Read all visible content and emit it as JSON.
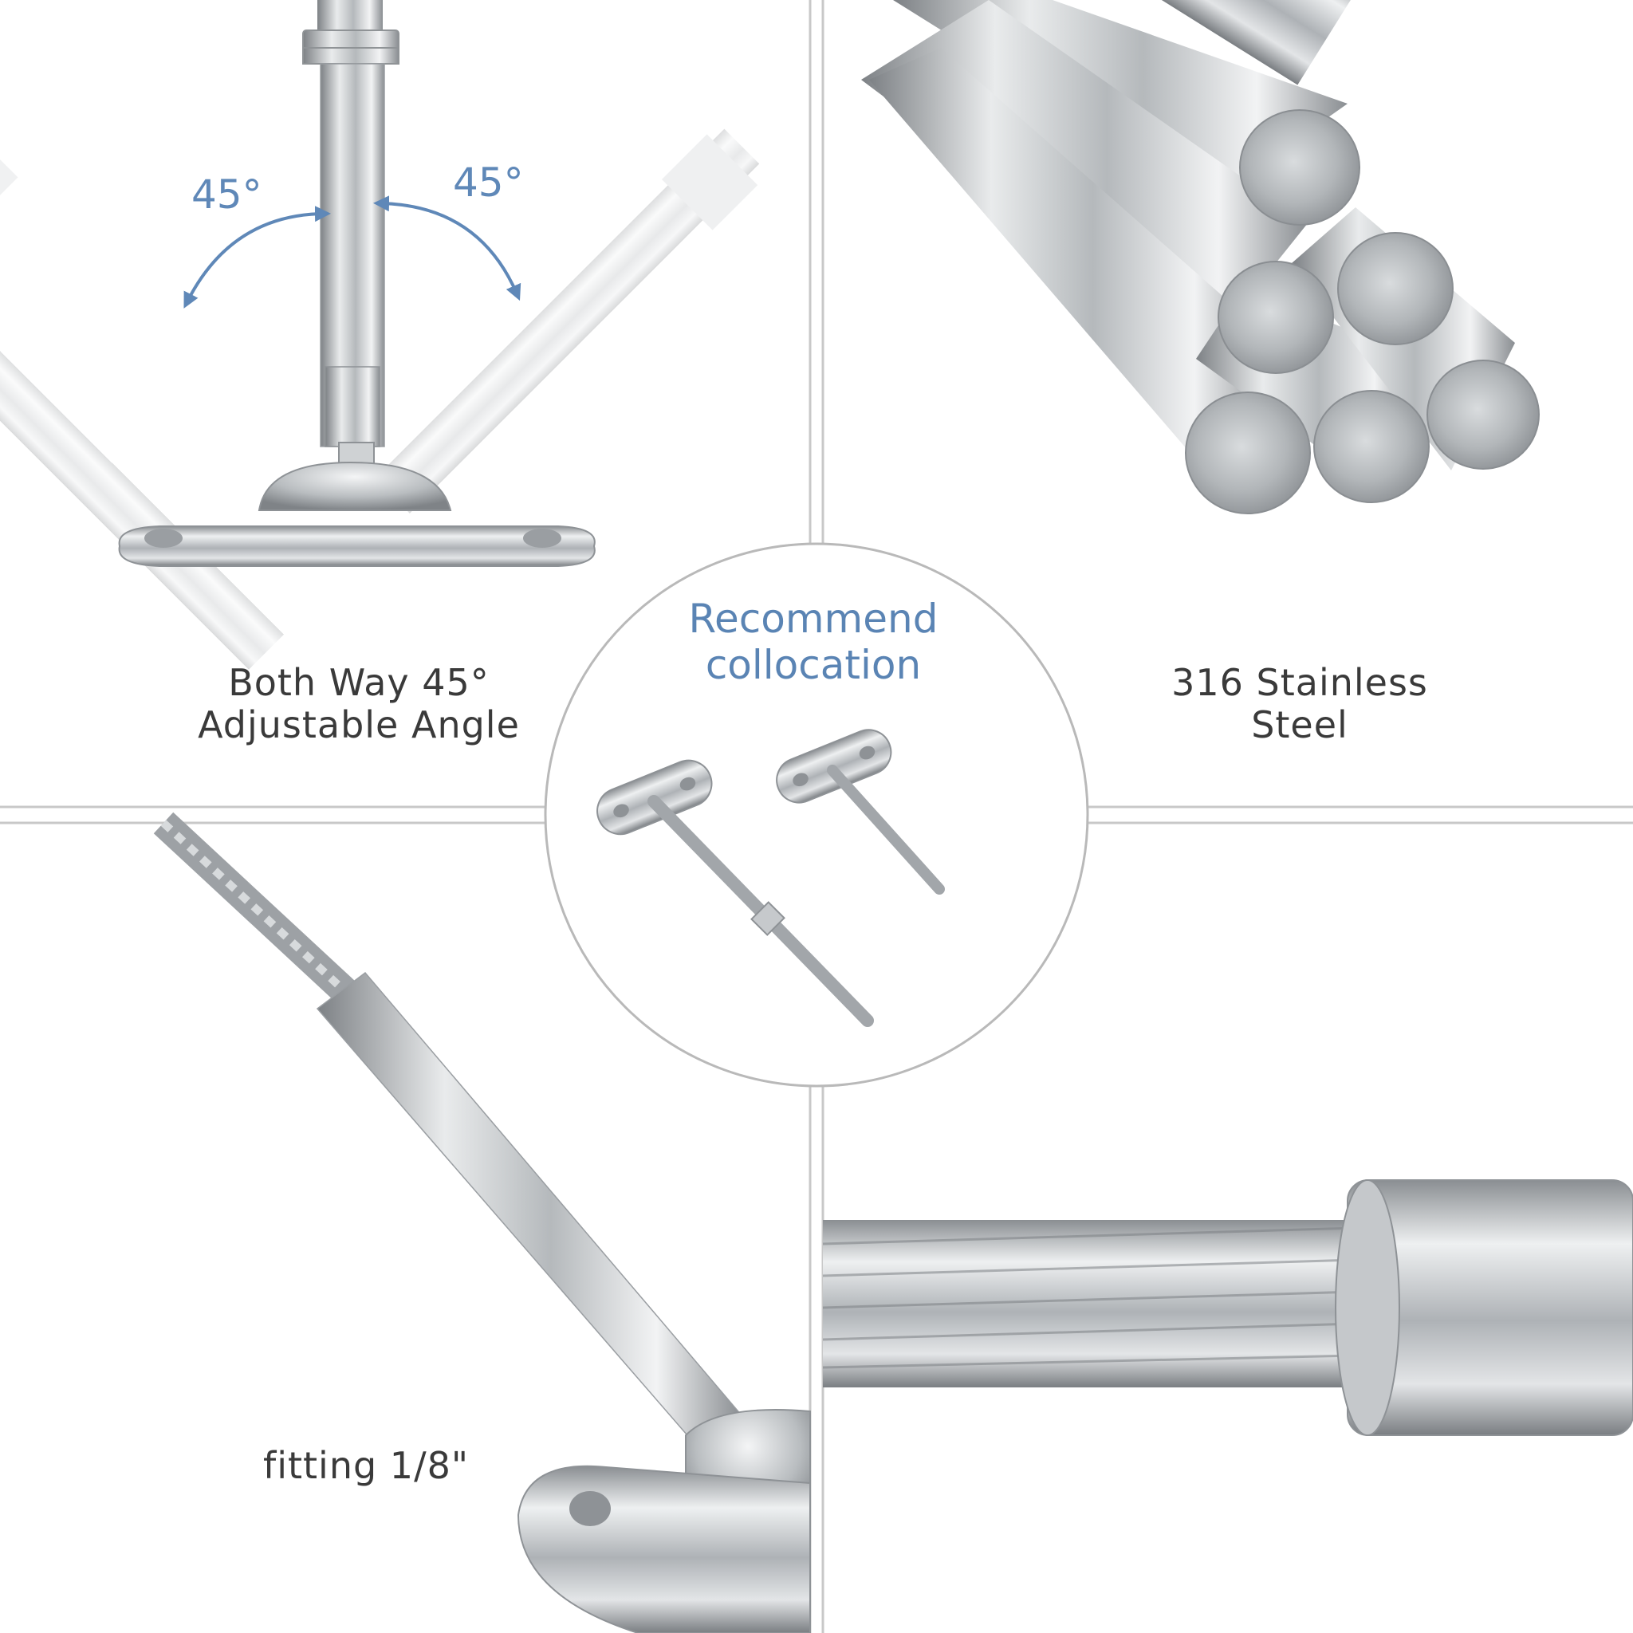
{
  "callouts": {
    "angle_left": "45°",
    "angle_right": "45°",
    "adjustable_line1": "Both Way 45°",
    "adjustable_line2": "Adjustable Angle",
    "material_line1": "316 Stainless",
    "material_line2": "Steel",
    "fitting": "fitting 1/8\""
  },
  "center": {
    "title_line1": "Recommend",
    "title_line2": "collocation"
  },
  "colors": {
    "accent_blue": "#5a84b4",
    "label_text": "#3a3a3a",
    "divider": "#c8c8c8",
    "steel": "#b8bcc0"
  }
}
